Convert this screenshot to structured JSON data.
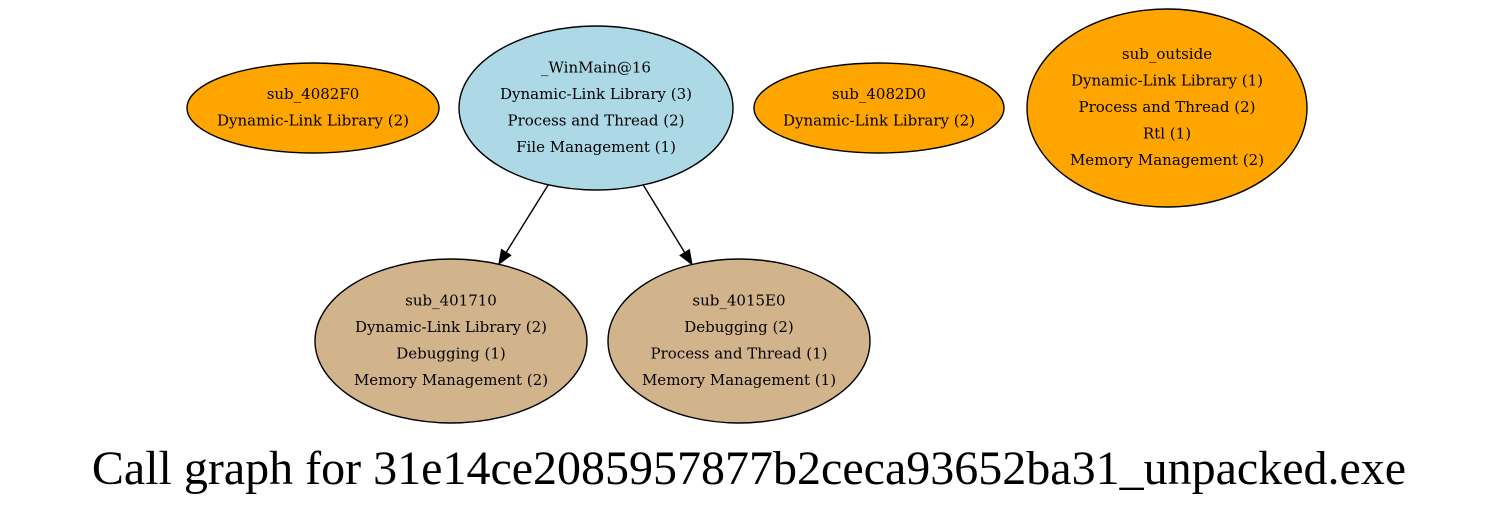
{
  "graph": {
    "title": "Call graph for 31e14ce2085957877b2ceca93652ba31_unpacked.exe",
    "colors": {
      "entry": "#add8e6",
      "outside": "#ffa500",
      "internal": "#d2b48c",
      "stroke": "#000000"
    },
    "nodes": [
      {
        "id": "sub_4082F0",
        "kind": "outside",
        "lines": [
          "sub_4082F0",
          "Dynamic-Link Library (2)"
        ]
      },
      {
        "id": "_WinMain@16",
        "kind": "entry",
        "lines": [
          "_WinMain@16",
          "Dynamic-Link Library (3)",
          "Process and Thread (2)",
          "File Management (1)"
        ]
      },
      {
        "id": "sub_4082D0",
        "kind": "outside",
        "lines": [
          "sub_4082D0",
          "Dynamic-Link Library (2)"
        ]
      },
      {
        "id": "sub_outside",
        "kind": "outside",
        "lines": [
          "sub_outside",
          "Dynamic-Link Library (1)",
          "Process and Thread (2)",
          "Rtl (1)",
          "Memory Management (2)"
        ]
      },
      {
        "id": "sub_401710",
        "kind": "internal",
        "lines": [
          "sub_401710",
          "Dynamic-Link Library (2)",
          "Debugging (1)",
          "Memory Management (2)"
        ]
      },
      {
        "id": "sub_4015E0",
        "kind": "internal",
        "lines": [
          "sub_4015E0",
          "Debugging (2)",
          "Process and Thread (1)",
          "Memory Management (1)"
        ]
      }
    ],
    "edges": [
      {
        "from": "_WinMain@16",
        "to": "sub_401710"
      },
      {
        "from": "_WinMain@16",
        "to": "sub_4015E0"
      }
    ]
  }
}
